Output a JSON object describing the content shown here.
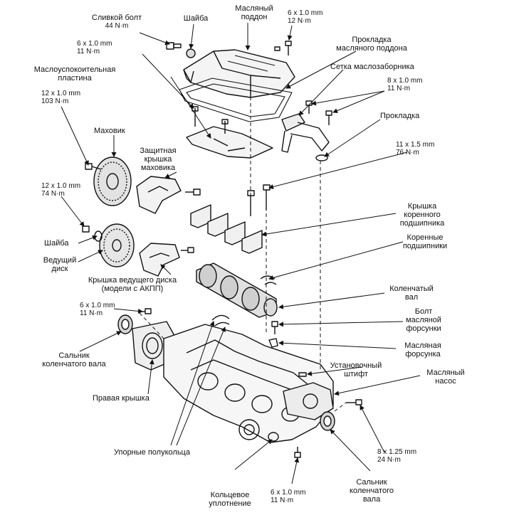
{
  "labels": {
    "drain_bolt": [
      "Сливкой болт",
      "44 N·m"
    ],
    "washer_top": [
      "Шайба"
    ],
    "oil_pan": [
      "Масляный",
      "поддон"
    ],
    "bolt_6x1_top": [
      "6 x 1.0 mm",
      "12 N·m"
    ],
    "oil_pan_gasket": [
      "Прокладка",
      "масляного поддона"
    ],
    "bolt_6x1_left": [
      "6 x 1.0 mm",
      "11 N·m"
    ],
    "baffle_plate": [
      "Маслоуспокоительная",
      "пластина"
    ],
    "oil_screen": [
      "Сетка маслозаборника"
    ],
    "bolt_8x1_right": [
      "8 x 1.0 mm",
      "11 N·m"
    ],
    "bolt_12x1_103": [
      "12 x 1.0 mm",
      "103 N·m"
    ],
    "flywheel": [
      "Маховик"
    ],
    "gasket_right": [
      "Прокладка"
    ],
    "flywheel_cover": [
      "Защитная",
      "крышка",
      "маховика"
    ],
    "bolt_11x15": [
      "11 x 1.5 mm",
      "76 N·m"
    ],
    "bolt_12x1_74": [
      "12 x 1.0 mm",
      "74 N·m"
    ],
    "main_bearing_cap": [
      "Крышка",
      "коренного",
      "подшипника"
    ],
    "main_bearings": [
      "Коренные",
      "подшипники"
    ],
    "washer_left": [
      "Шайба"
    ],
    "drive_plate": [
      "Ведущий",
      "диск"
    ],
    "drive_plate_cover": [
      "Крышка ведущего диска",
      "(модели с АКПП)"
    ],
    "crankshaft": [
      "Коленчатый",
      "вал"
    ],
    "bolt_6x1_mid": [
      "6 x 1.0 mm",
      "11 N·m"
    ],
    "oil_jet_bolt": [
      "Болт",
      "масляной",
      "форсунки"
    ],
    "oil_jet": [
      "Масляная",
      "форсунка"
    ],
    "crank_seal_left": [
      "Сальник",
      "коленчатого вала"
    ],
    "dowel_pin": [
      "Установочный",
      "штифт"
    ],
    "oil_pump": [
      "Масляный",
      "насос"
    ],
    "right_cover": [
      "Правая крышка"
    ],
    "thrust_washers": [
      "Упорные полукольца"
    ],
    "bolt_8x125": [
      "8 x 1.25 mm",
      "24 N·m"
    ],
    "o_ring": [
      "Кольцевое",
      "уплотнение"
    ],
    "bolt_6x1_bottom": [
      "6 x 1.0 mm",
      "11 N·m"
    ],
    "crank_seal_right": [
      "Сальник",
      "коленчатого",
      "вала"
    ]
  }
}
